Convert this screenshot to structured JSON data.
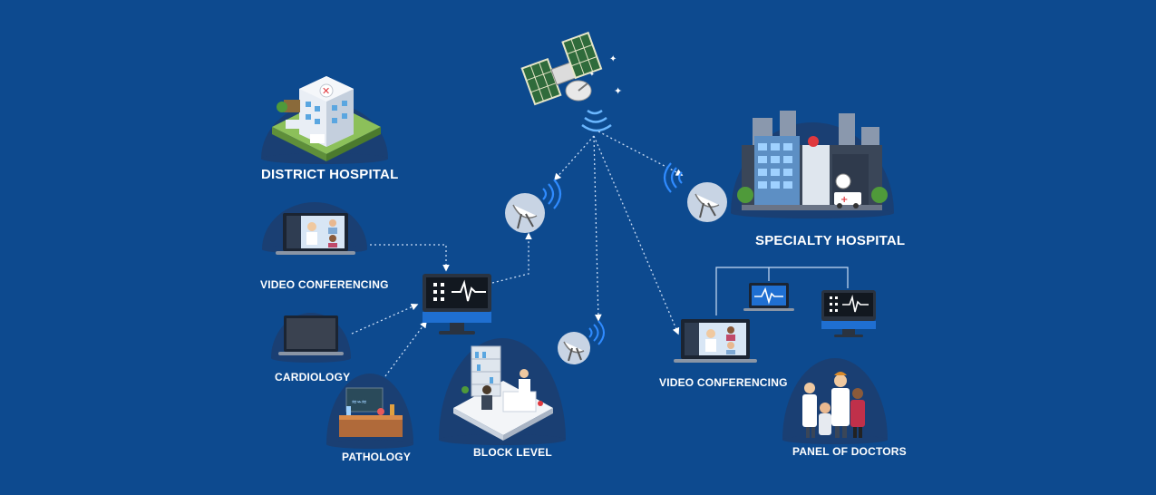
{
  "labels": {
    "district_hospital": "DISTRICT HOSPITAL",
    "specialty_hospital": "SPECIALTY HOSPITAL",
    "video_conferencing_left": "VIDEO CONFERENCING",
    "video_conferencing_right": "VIDEO CONFERENCING",
    "cardiology": "CARDIOLOGY",
    "pathology": "PATHOLOGY",
    "block_level": "BLOCK LEVEL",
    "panel_of_doctors": "PANEL OF DOCTORS"
  },
  "colors": {
    "background": "#0d4a8f",
    "bubble": "#1a3f73",
    "line": "#c9dcf5",
    "monitor_accent": "#1f6fd1"
  },
  "icons": [
    "satellite-icon",
    "dish-antenna-icon",
    "hospital-building-icon",
    "city-hospital-icon",
    "laptop-video-call-icon",
    "laptop-icon",
    "lab-bench-icon",
    "clinic-room-icon",
    "ecg-monitor-icon",
    "doctors-group-icon"
  ]
}
